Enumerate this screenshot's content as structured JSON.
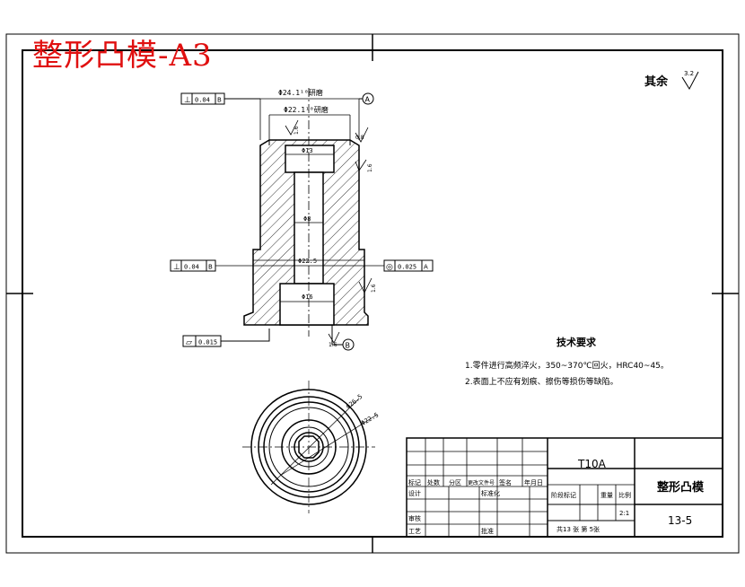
{
  "title": "整形凸模-A3",
  "roughness_note": {
    "label": "其余",
    "value": "3.2"
  },
  "tolerances": {
    "perp_top": {
      "sym": "⊥",
      "val": "0.04",
      "datum": "B"
    },
    "perp_mid": {
      "sym": "⊥",
      "val": "0.04",
      "datum": "B"
    },
    "concentric": {
      "sym": "◎",
      "val": "0.025",
      "datum": "A"
    },
    "flatness": {
      "sym": "▱",
      "val": "0.015"
    }
  },
  "datums": {
    "a": "A",
    "b": "B"
  },
  "dimensions": {
    "d_top_outer": "Φ24.1¹⁰研磨",
    "d_top_inner": "Φ22.1¹⁰研磨",
    "d_hole_top": "Φ13",
    "d_bore": "Φ8",
    "d_mid": "Φ22.5",
    "d_bottom_hole": "Φ16",
    "d_circle_1": "Φ26.5",
    "d_circle_2": "Φ22.5"
  },
  "roughness_marks": [
    "1.6",
    "0.8",
    "1.6",
    "1.6",
    "1.6"
  ],
  "tech_requirements": {
    "heading": "技术要求",
    "items": [
      "1.零件进行高频淬火，350~370℃回火，HRC40~45。",
      "2.表面上不应有划痕、擦伤等损伤等缺陷。"
    ]
  },
  "title_block": {
    "material": "T10A",
    "part_name": "整形凸模",
    "drawing_no": "13-5",
    "scale": "2:1",
    "headers": [
      "标记",
      "处数",
      "分区",
      "更改文件号",
      "签名",
      "年月日"
    ],
    "rows_left": [
      "设计",
      "标准化",
      "审核",
      "工艺",
      "批准"
    ],
    "stage_headers": [
      "阶段标记",
      "重量",
      "比例"
    ],
    "sheets": "共13 张 第 5张"
  }
}
